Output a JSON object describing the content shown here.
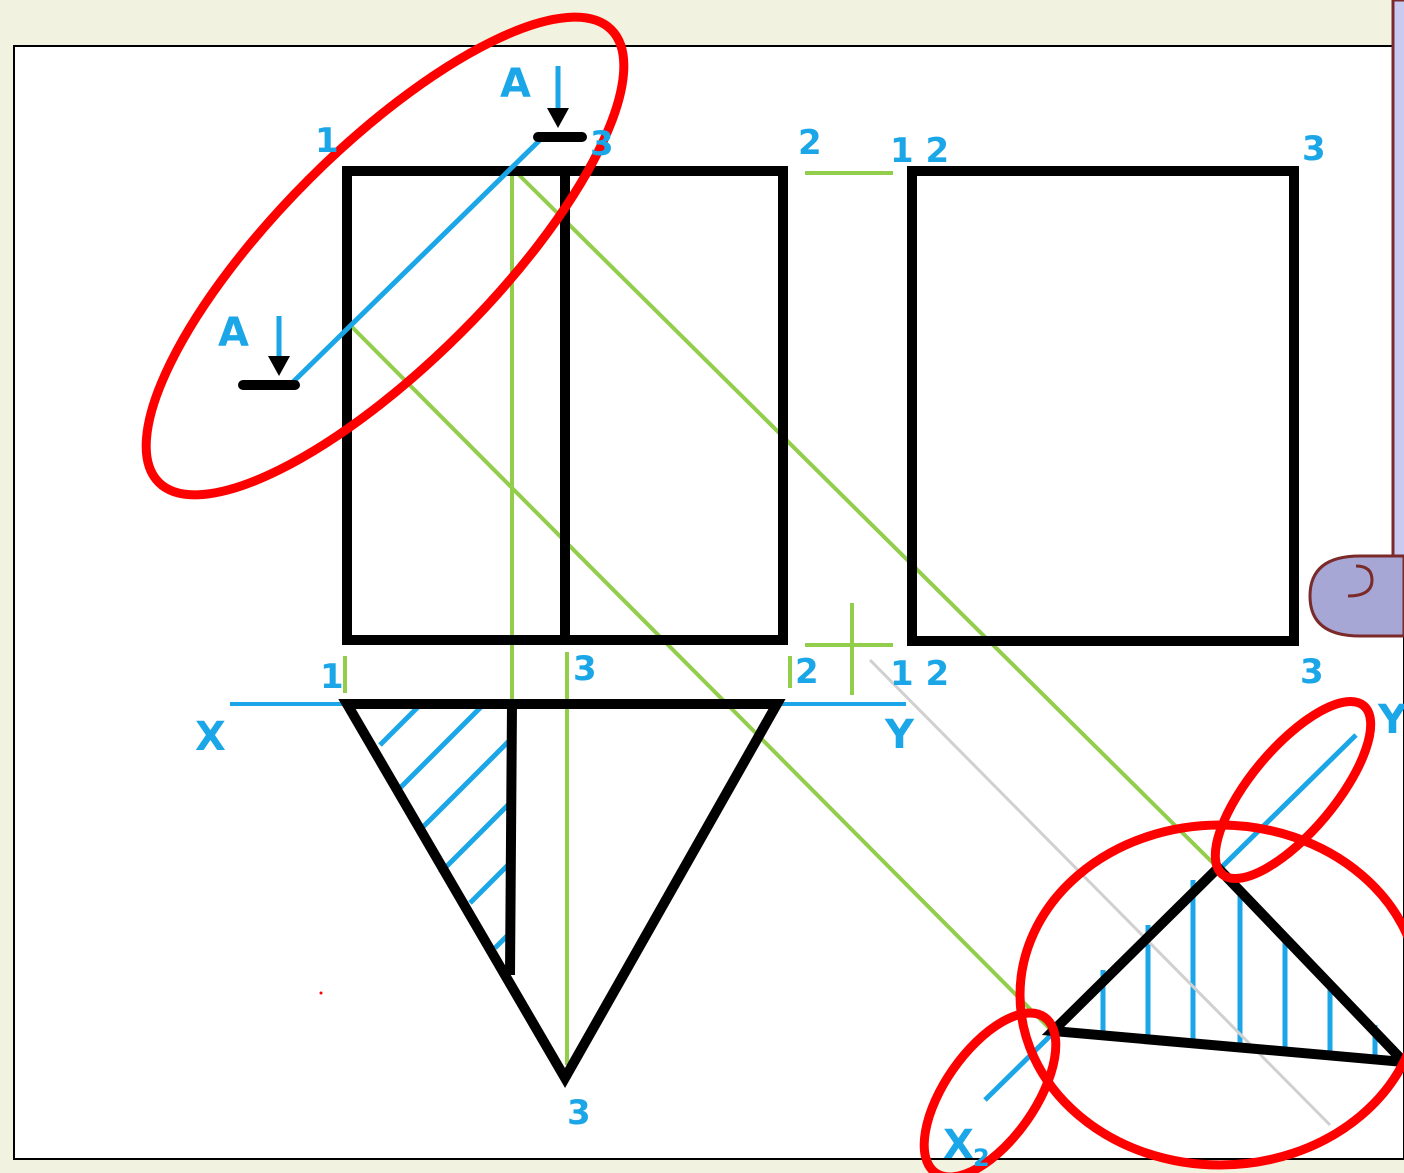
{
  "colors": {
    "background": "#f1f3e0",
    "sheet": "#ffffff",
    "object_line": "#000000",
    "section_line": "#1ba6e8",
    "projection_line": "#92cd4c",
    "highlight": "#ff0000",
    "scroll_fill": "#c9c9f2",
    "scroll_border": "#7a2a2a"
  },
  "labels": {
    "section_top": "A",
    "section_left": "A",
    "front_1": "1",
    "front_3": "3",
    "front_2": "2",
    "side_12": "1 2",
    "side_3": "3",
    "side_bottom_12": "1 2",
    "side_bottom_3": "3",
    "top_1": "1",
    "top_3": "3",
    "top_2": "2",
    "x_axis": "X",
    "y_axis": "Y",
    "apex_3": "3",
    "aux_y": "Y",
    "aux_x": "X",
    "aux_x_sub": "2"
  },
  "icons": {
    "scroll": "scroll-icon",
    "arrow": "down-arrow-icon"
  }
}
